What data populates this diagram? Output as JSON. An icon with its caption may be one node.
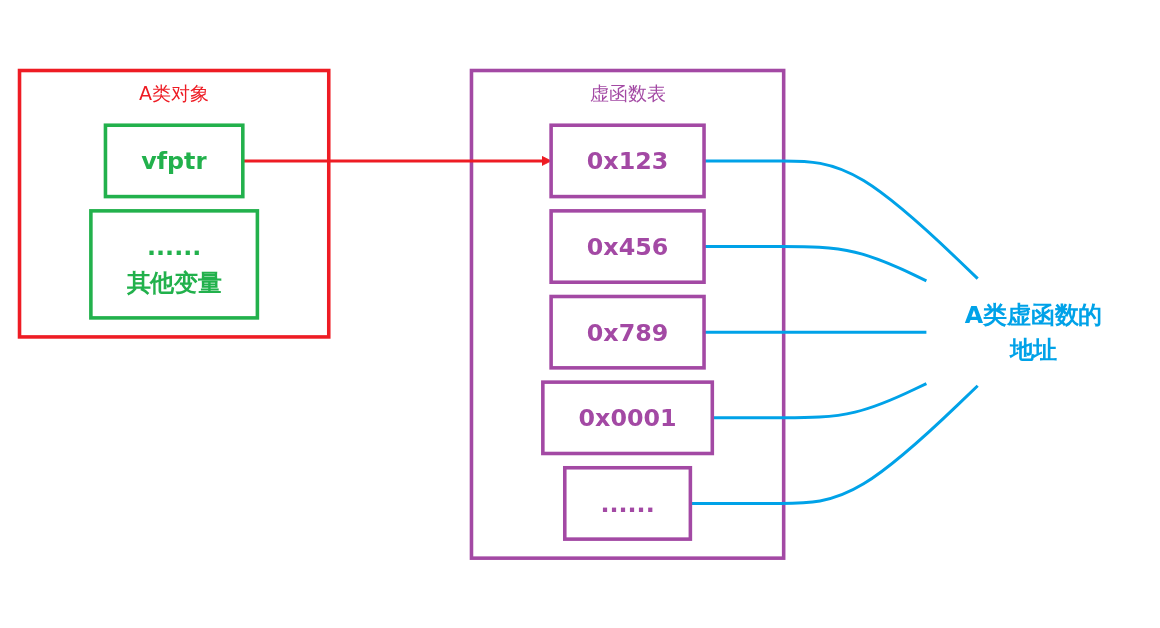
{
  "diagram": {
    "nodes": [
      {
        "text": [
          "A类对象"
        ]
      },
      {
        "text": [
          "vfptr"
        ],
        "in": 0
      },
      {
        "text": [
          "......",
          "其他变量"
        ],
        "in": 0
      },
      {
        "text": [
          "虚函数表"
        ]
      },
      {
        "text": [
          "0x123"
        ],
        "in": 3
      },
      {
        "text": [
          "0x456"
        ],
        "in": 3
      },
      {
        "text": [
          "0x789"
        ],
        "in": 3
      },
      {
        "text": [
          "0x0001"
        ],
        "in": 3
      },
      {
        "text": [
          "......"
        ],
        "in": 3
      },
      {
        "text": [
          "A类虚函数的地址"
        ]
      }
    ],
    "edges": [
      {
        "from": 1,
        "to": 4,
        "arrow": "to",
        "color": "#ee1c24"
      },
      {
        "from": 4,
        "to": 9,
        "arrow": "none"
      },
      {
        "from": 5,
        "to": 9,
        "arrow": "none"
      },
      {
        "from": 6,
        "to": 9,
        "arrow": "none"
      },
      {
        "from": 7,
        "to": 9,
        "arrow": "none"
      },
      {
        "from": 8,
        "to": 9,
        "arrow": "none"
      }
    ]
  }
}
